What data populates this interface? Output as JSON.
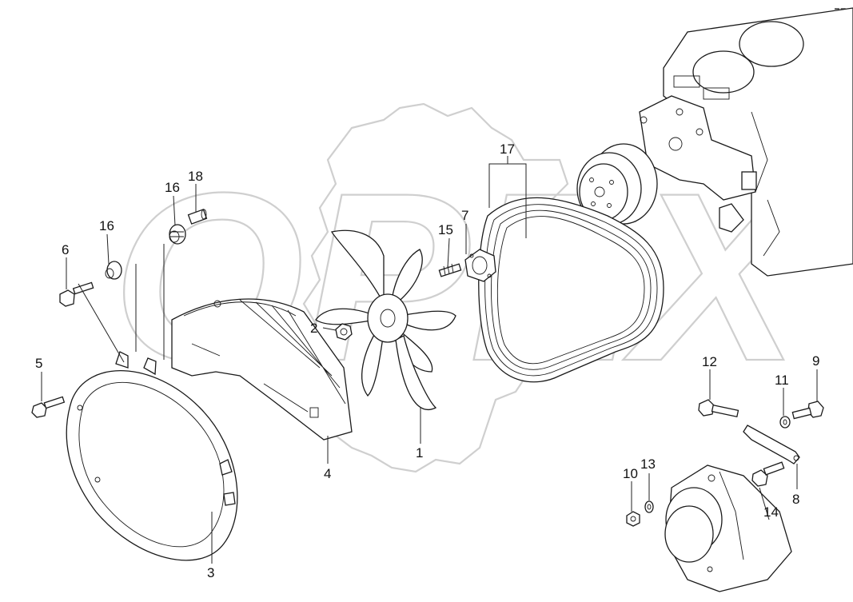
{
  "diagram": {
    "labels": [
      {
        "id": "1",
        "text": "1"
      },
      {
        "id": "2",
        "text": "2"
      },
      {
        "id": "3",
        "text": "3"
      },
      {
        "id": "4",
        "text": "4"
      },
      {
        "id": "5",
        "text": "5"
      },
      {
        "id": "6",
        "text": "6"
      },
      {
        "id": "7",
        "text": "7"
      },
      {
        "id": "8",
        "text": "8"
      },
      {
        "id": "9",
        "text": "9"
      },
      {
        "id": "10",
        "text": "10"
      },
      {
        "id": "11",
        "text": "11"
      },
      {
        "id": "12",
        "text": "12"
      },
      {
        "id": "13",
        "text": "13"
      },
      {
        "id": "14",
        "text": "14"
      },
      {
        "id": "15",
        "text": "15"
      },
      {
        "id": "16a",
        "text": "16"
      },
      {
        "id": "16b",
        "text": "16"
      },
      {
        "id": "17",
        "text": "17"
      },
      {
        "id": "18",
        "text": "18"
      }
    ],
    "watermark": "OPEX",
    "corner_mark": "▬ ▬"
  }
}
